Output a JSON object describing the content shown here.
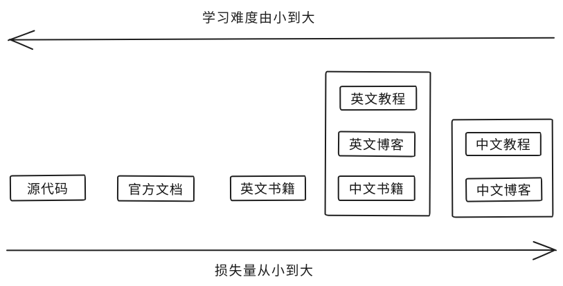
{
  "diagram": {
    "background": "#ffffff",
    "ink_color": "#1e1e1e",
    "top_axis": {
      "label": "学习难度由小到大",
      "arrow_direction": "left"
    },
    "bottom_axis": {
      "label": "损失量从小到大",
      "arrow_direction": "right"
    },
    "nodes": [
      {
        "label": "源代码"
      },
      {
        "label": "官方文档"
      },
      {
        "label": "英文书籍"
      }
    ],
    "groups": [
      {
        "items": [
          {
            "label": "英文教程"
          },
          {
            "label": "英文博客"
          },
          {
            "label": "中文书籍"
          }
        ]
      },
      {
        "items": [
          {
            "label": "中文教程"
          },
          {
            "label": "中文博客"
          }
        ]
      }
    ]
  }
}
